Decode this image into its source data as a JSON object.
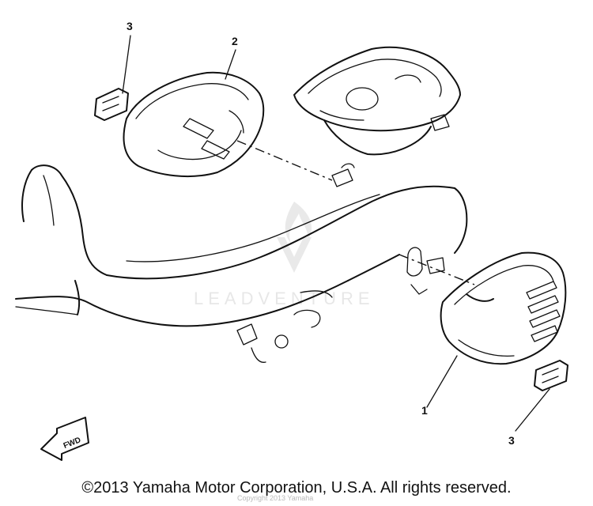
{
  "diagram": {
    "callouts": [
      {
        "id": "callout-1",
        "label": "1"
      },
      {
        "id": "callout-2",
        "label": "2"
      },
      {
        "id": "callout-3-top",
        "label": "3"
      },
      {
        "id": "callout-3-bottom",
        "label": "3"
      }
    ],
    "fwd_label": "FWD",
    "watermark_text": "LEADVENTURE",
    "faint_overlay_text": "Copyright 2013 Yamaha",
    "parts": [
      {
        "name": "side-cover-right",
        "callout": "1"
      },
      {
        "name": "side-cover-left",
        "callout": "2"
      },
      {
        "name": "emblem",
        "callout": "3"
      }
    ]
  },
  "footer": {
    "copyright": "©2013 Yamaha Motor Corporation, U.S.A. All rights reserved."
  },
  "colors": {
    "line": "#111111",
    "background": "#ffffff",
    "watermark": "#d8d8d8"
  }
}
